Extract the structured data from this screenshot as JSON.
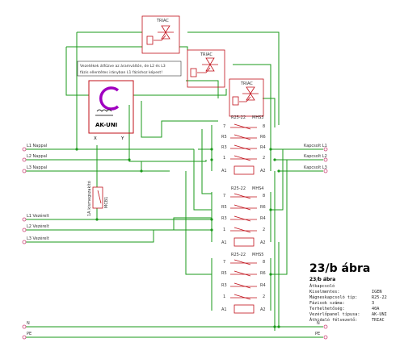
{
  "colors": {
    "wire": "#1a9a1a",
    "component": "#c0101a",
    "text": "#222222",
    "symbol": "#a000c0",
    "pink": "#cc4477"
  },
  "triacs": [
    {
      "label": "TRIAC"
    },
    {
      "label": "TRIAC"
    },
    {
      "label": "TRIAC"
    }
  ],
  "note": {
    "lines": [
      "Vezetékek átfűzve az áramváltón, de L2 és L3",
      "fázis ellentétes irányban L1 fázishoz képest!"
    ]
  },
  "ak_uni": {
    "label": "AK-UNI",
    "pin_x": "X",
    "pin_y": "Y"
  },
  "inputs": [
    {
      "label": "L1 Nappal"
    },
    {
      "label": "L2 Nappal"
    },
    {
      "label": "L3 Nappal"
    },
    {
      "label": "L1 Vezérelt"
    },
    {
      "label": "L2 Vezérelt"
    },
    {
      "label": "L3 Vezérelt"
    },
    {
      "label": "N"
    },
    {
      "label": "PE"
    }
  ],
  "outputs": [
    {
      "label": "Kapcsolt L1"
    },
    {
      "label": "Kapcsolt L2"
    },
    {
      "label": "Kapcsolt L3"
    },
    {
      "label": "N"
    },
    {
      "label": "PE"
    }
  ],
  "switch_note": "1A kismegszakító",
  "switch_code": "MCB1",
  "contactors": [
    {
      "name": "R25-22",
      "code": "MHS3",
      "left": [
        "7",
        "R5",
        "R3",
        "1",
        "A1"
      ],
      "right": [
        "8",
        "R6",
        "R4",
        "2",
        "A2"
      ]
    },
    {
      "name": "R25-22",
      "code": "MHS4",
      "left": [
        "7",
        "R5",
        "R3",
        "1",
        "A1"
      ],
      "right": [
        "8",
        "R6",
        "R4",
        "2",
        "A2"
      ]
    },
    {
      "name": "R25-22",
      "code": "MHS5",
      "left": [
        "7",
        "R5",
        "R3",
        "1",
        "A1"
      ],
      "right": [
        "8",
        "R6",
        "R4",
        "2",
        "A2"
      ]
    }
  ],
  "title_block": {
    "big": "23/b ábra",
    "small": "23/b ábra",
    "rows": [
      {
        "k": "Átkapcsoló",
        "v": ""
      },
      {
        "k": "Kiselmentes:",
        "v": "IGEN"
      },
      {
        "k": "Mágneskapcsoló típ:",
        "v": "R25-22"
      },
      {
        "k": "Fázisok száma:",
        "v": "3"
      },
      {
        "k": "Terhelhetőség:",
        "v": "40A"
      },
      {
        "k": "Vezérlőpanel típusa:",
        "v": "AK-UNI"
      },
      {
        "k": "Áthidaló félvezető:",
        "v": "TRIAC"
      }
    ]
  }
}
